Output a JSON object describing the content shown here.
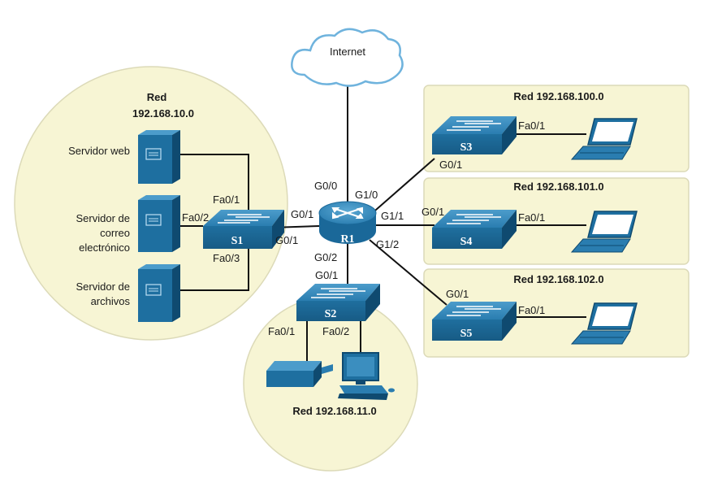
{
  "diagram": {
    "internet": "Internet",
    "router": {
      "name": "R1",
      "ports": {
        "g00": "G0/0",
        "g01": "G0/1",
        "g02": "G0/2",
        "g10": "G1/0",
        "g11": "G1/1",
        "g12": "G1/2"
      }
    },
    "network_10": {
      "title_line1": "Red",
      "title_line2": "192.168.10.0",
      "servers": {
        "web": [
          "Servidor web"
        ],
        "mail": [
          "Servidor de",
          "correo",
          "electrónico"
        ],
        "file": [
          "Servidor de",
          "archivos"
        ]
      },
      "switch": {
        "name": "S1",
        "ports": {
          "fa01": "Fa0/1",
          "fa02": "Fa0/2",
          "fa03": "Fa0/3",
          "g01": "G0/1"
        }
      }
    },
    "network_11": {
      "title": "Red 192.168.11.0",
      "switch": {
        "name": "S2",
        "ports": {
          "g01": "G0/1",
          "fa01": "Fa0/1",
          "fa02": "Fa0/2"
        }
      }
    },
    "network_100": {
      "title": "Red 192.168.100.0",
      "switch": {
        "name": "S3",
        "ports": {
          "fa01": "Fa0/1",
          "g01": "G0/1"
        }
      }
    },
    "network_101": {
      "title": "Red 192.168.101.0",
      "switch": {
        "name": "S4",
        "ports": {
          "fa01": "Fa0/1",
          "g01": "G0/1"
        }
      }
    },
    "network_102": {
      "title": "Red 192.168.102.0",
      "switch": {
        "name": "S5",
        "ports": {
          "fa01": "Fa0/1",
          "g01": "G0/1"
        }
      }
    },
    "colors": {
      "zone_fill": "#f7f5d4",
      "zone_stroke": "#d8d6b4",
      "device_blue": "#1e6fa0",
      "device_dark": "#0f4a70",
      "device_light": "#3b8ebf",
      "link": "#111111"
    }
  }
}
